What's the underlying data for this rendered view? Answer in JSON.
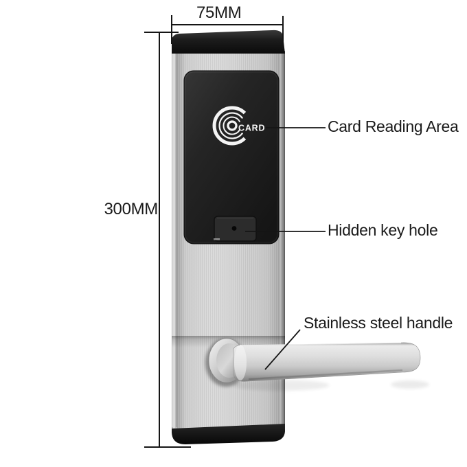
{
  "annotations": {
    "width_label": "75MM",
    "height_label": "300MM",
    "callouts": [
      {
        "label": "Card Reading Area"
      },
      {
        "label": "Hidden key hole"
      },
      {
        "label": "Stainless steel handle"
      }
    ]
  },
  "lock": {
    "card_logo_text": "CARD"
  },
  "colors": {
    "background": "#ffffff",
    "annotation_line": "#151515",
    "label_text": "#1a1a1a",
    "cap_black": "#141414",
    "reader_panel_black": "#1f1f1f",
    "plate_silver": "#cfcfcf",
    "handle_silver": "#d6d6d6",
    "logo_white": "#f4f4f4"
  }
}
